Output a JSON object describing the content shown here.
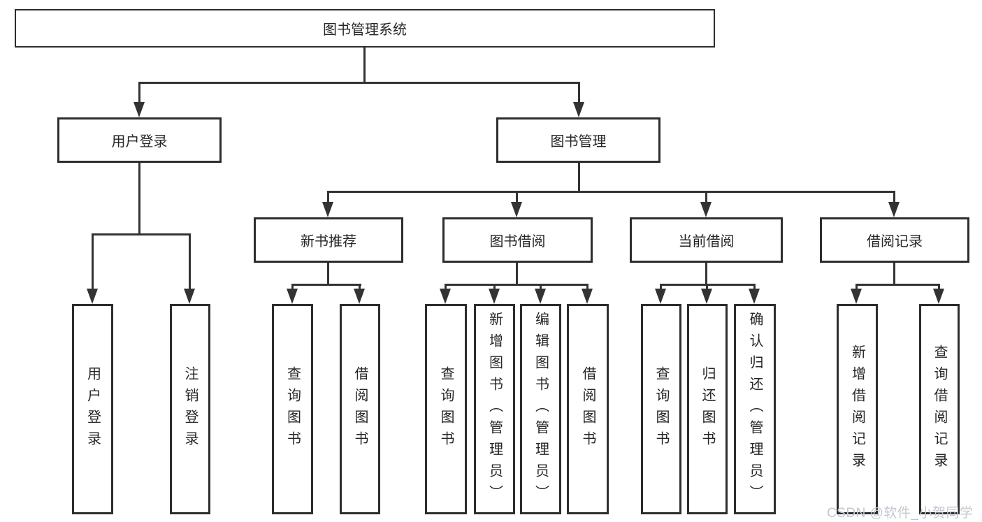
{
  "diagram": {
    "root": {
      "label": "图书管理系统"
    },
    "level2": [
      {
        "id": "user-login",
        "label": "用户登录"
      },
      {
        "id": "book-management",
        "label": "图书管理"
      }
    ],
    "level3": [
      {
        "id": "new-book-recommend",
        "label": "新书推荐",
        "parent": "book-management"
      },
      {
        "id": "book-borrowing",
        "label": "图书借阅",
        "parent": "book-management"
      },
      {
        "id": "current-borrowing",
        "label": "当前借阅",
        "parent": "book-management"
      },
      {
        "id": "borrowing-records",
        "label": "借阅记录",
        "parent": "book-management"
      }
    ],
    "leaves": [
      {
        "label": "用户登录",
        "parent": "user-login"
      },
      {
        "label": "注销登录",
        "parent": "user-login"
      },
      {
        "label": "查询图书",
        "parent": "new-book-recommend"
      },
      {
        "label": "借阅图书",
        "parent": "new-book-recommend"
      },
      {
        "label": "查询图书",
        "parent": "book-borrowing"
      },
      {
        "label": "新增图书（管理员）",
        "parent": "book-borrowing"
      },
      {
        "label": "编辑图书（管理员）",
        "parent": "book-borrowing"
      },
      {
        "label": "借阅图书",
        "parent": "book-borrowing"
      },
      {
        "label": "查询图书",
        "parent": "current-borrowing"
      },
      {
        "label": "归还图书",
        "parent": "current-borrowing"
      },
      {
        "label": "确认归还（管理员）",
        "parent": "current-borrowing"
      },
      {
        "label": "新增借阅记录",
        "parent": "borrowing-records"
      },
      {
        "label": "查询借阅记录",
        "parent": "borrowing-records"
      }
    ]
  },
  "watermark": {
    "text": "CSDN @软件_小贺同学"
  },
  "colors": {
    "line": "#333333",
    "border": "#2d2d2d",
    "text": "#262626",
    "background": "#ffffff",
    "watermark": "#c3c7cf"
  }
}
